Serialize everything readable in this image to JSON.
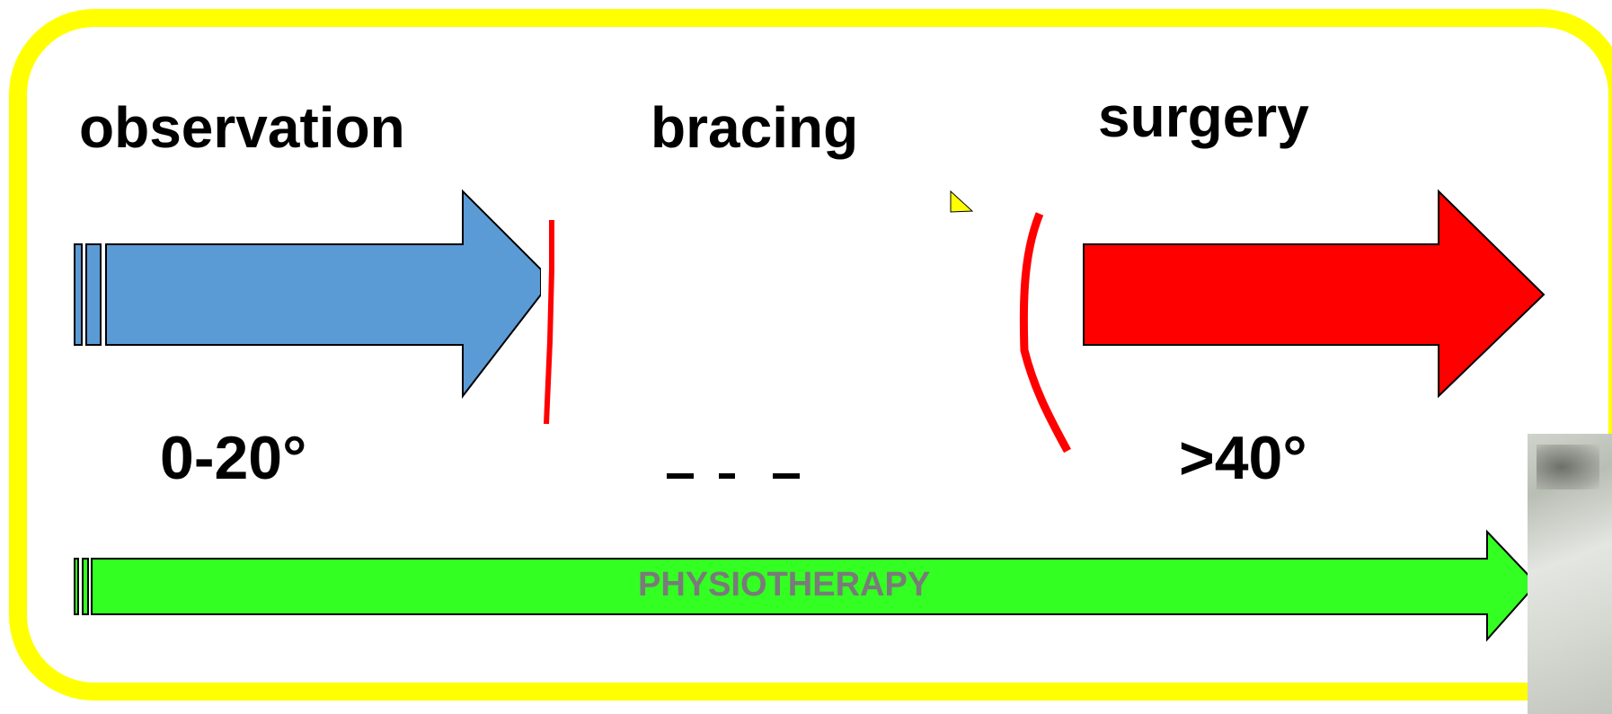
{
  "stages": {
    "observation": "observation",
    "bracing": "bracing",
    "surgery": "surgery"
  },
  "angles": {
    "observation": "0-20°",
    "surgery": ">40°"
  },
  "physiotherapy": "PHYSIOTHERAPY",
  "colors": {
    "frame": "#ffff00",
    "observation_arrow": "#5b9bd5",
    "surgery_arrow": "#ff0000",
    "physiotherapy_arrow": "#33ff22",
    "curve": "#ff0000"
  }
}
